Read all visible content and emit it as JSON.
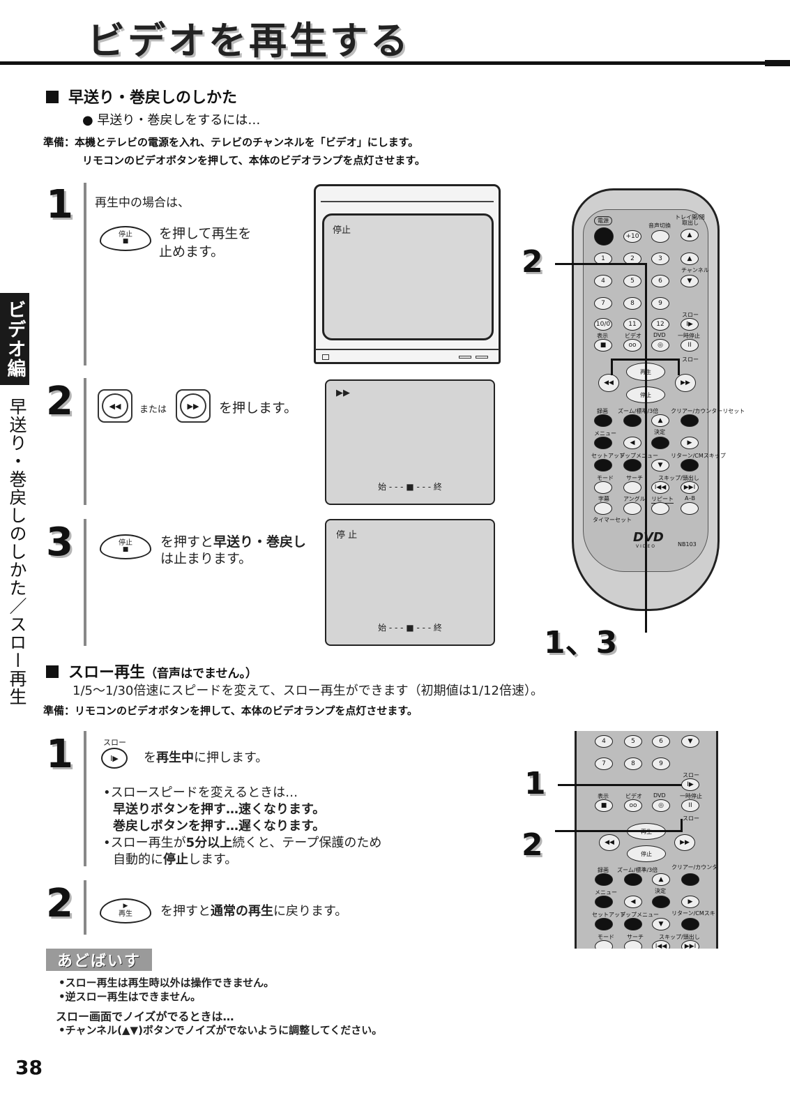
{
  "page_title": "ビデオを再生する",
  "side_tab": "ビデオ編",
  "side_text": "早送り・巻戻しのしかた／スロー再生",
  "page_number": "38",
  "ff_section": {
    "heading": "早送り・巻戻しのしかた",
    "subheading": "● 早送り・巻戻しをするには…",
    "prep_line1": "準備：本機とテレビの電源を入れ、テレビのチャンネルを「ビデオ」にします。",
    "prep_line2": "リモコンのビデオボタンを押して、本体のビデオランプを点灯させます。",
    "steps": [
      {
        "num": "1",
        "line1": "再生中の場合は、",
        "btn_label": "停止",
        "btn_symbol": "■",
        "text1": "を押して再生を",
        "text2": "止めます。"
      },
      {
        "num": "2",
        "btn_rew": "◀◀",
        "or_text": "または",
        "btn_ff": "▶▶",
        "text": "を押します。"
      },
      {
        "num": "3",
        "btn_label": "停止",
        "btn_symbol": "■",
        "text1_pre": "を押すと",
        "text1_bold": "早送り・巻戻し",
        "text2": "は止まります。"
      }
    ],
    "tv_screen_text": "停止",
    "screen2_text": "▶▶",
    "screen2_bar": "始 - - - ■ - - - 終",
    "screen3_text": "停 止",
    "screen3_bar": "始 - - - ■ - - - 終",
    "callout_2": "2",
    "callout_13": "1、3"
  },
  "remote": {
    "power": "電源",
    "tray": "トレイ開/閉",
    "eject": "取出し",
    "audio": "音声切換",
    "plus10": "+10",
    "channel": "チャンネル",
    "nums": [
      "1",
      "2",
      "3",
      "4",
      "5",
      "6",
      "7",
      "8",
      "9",
      "10/0",
      "11",
      "12"
    ],
    "display": "表示",
    "video": "ビデオ",
    "dvd": "DVD",
    "pause": "一時停止",
    "slow": "スロー",
    "play": "再生",
    "stop": "停止",
    "rec": "録画",
    "zoom": "ズーム/標準/3倍",
    "clear": "クリアー/カウンターリセット",
    "menu": "メニュー",
    "enter": "決定",
    "setup": "セットアップ",
    "topmenu": "トップメニュー",
    "return": "リターン/CMスキップ",
    "mode": "モード",
    "search": "サーチ",
    "skip": "スキップ/頭出し",
    "subtitle": "字幕",
    "angle": "アングル",
    "repeat": "リピート",
    "ab": "A–B",
    "timer": "タイマーセット",
    "logo": "DVD",
    "logo_sub": "VIDEO",
    "model": "NB103"
  },
  "slow_section": {
    "heading": "スロー再生",
    "heading_note": "（音声はでません。）",
    "description": "1/5〜1/30倍速にスピードを変えて、スロー再生ができます（初期値は1/12倍速）。",
    "prep": "準備：リモコンのビデオボタンを押して、本体のビデオランプを点灯させます。",
    "step1_num": "1",
    "step1_btn_label": "スロー",
    "step1_btn_symbol": "I▶",
    "step1_pre": "を",
    "step1_bold": "再生中",
    "step1_post": "に押します。",
    "bullet1": "•スロースピードを変えるときは…",
    "bullet1_a": "早送りボタンを押す…速くなります。",
    "bullet1_b": "巻戻しボタンを押す…遅くなります。",
    "bullet2_pre": "•スロー再生が",
    "bullet2_bold": "5分以上",
    "bullet2_post": "続くと、テープ保護のため",
    "bullet2_line2_pre": "自動的に",
    "bullet2_line2_bold": "停止",
    "bullet2_line2_post": "します。",
    "step2_num": "2",
    "step2_btn_label": "再生",
    "step2_btn_symbol": "▶",
    "step2_pre": "を押すと",
    "step2_bold": "通常の再生",
    "step2_post": "に戻ります。",
    "callout_1": "1",
    "callout_2": "2"
  },
  "advice": {
    "badge": "あどばいす",
    "items": [
      "•スロー再生は再生時以外は操作できません。",
      "•逆スロー再生はできません。"
    ],
    "noise_title": "スロー画面でノイズがでるときは…",
    "noise_item": "•チャンネル(▲▼)ボタンでノイズがでないように調整してください。"
  }
}
